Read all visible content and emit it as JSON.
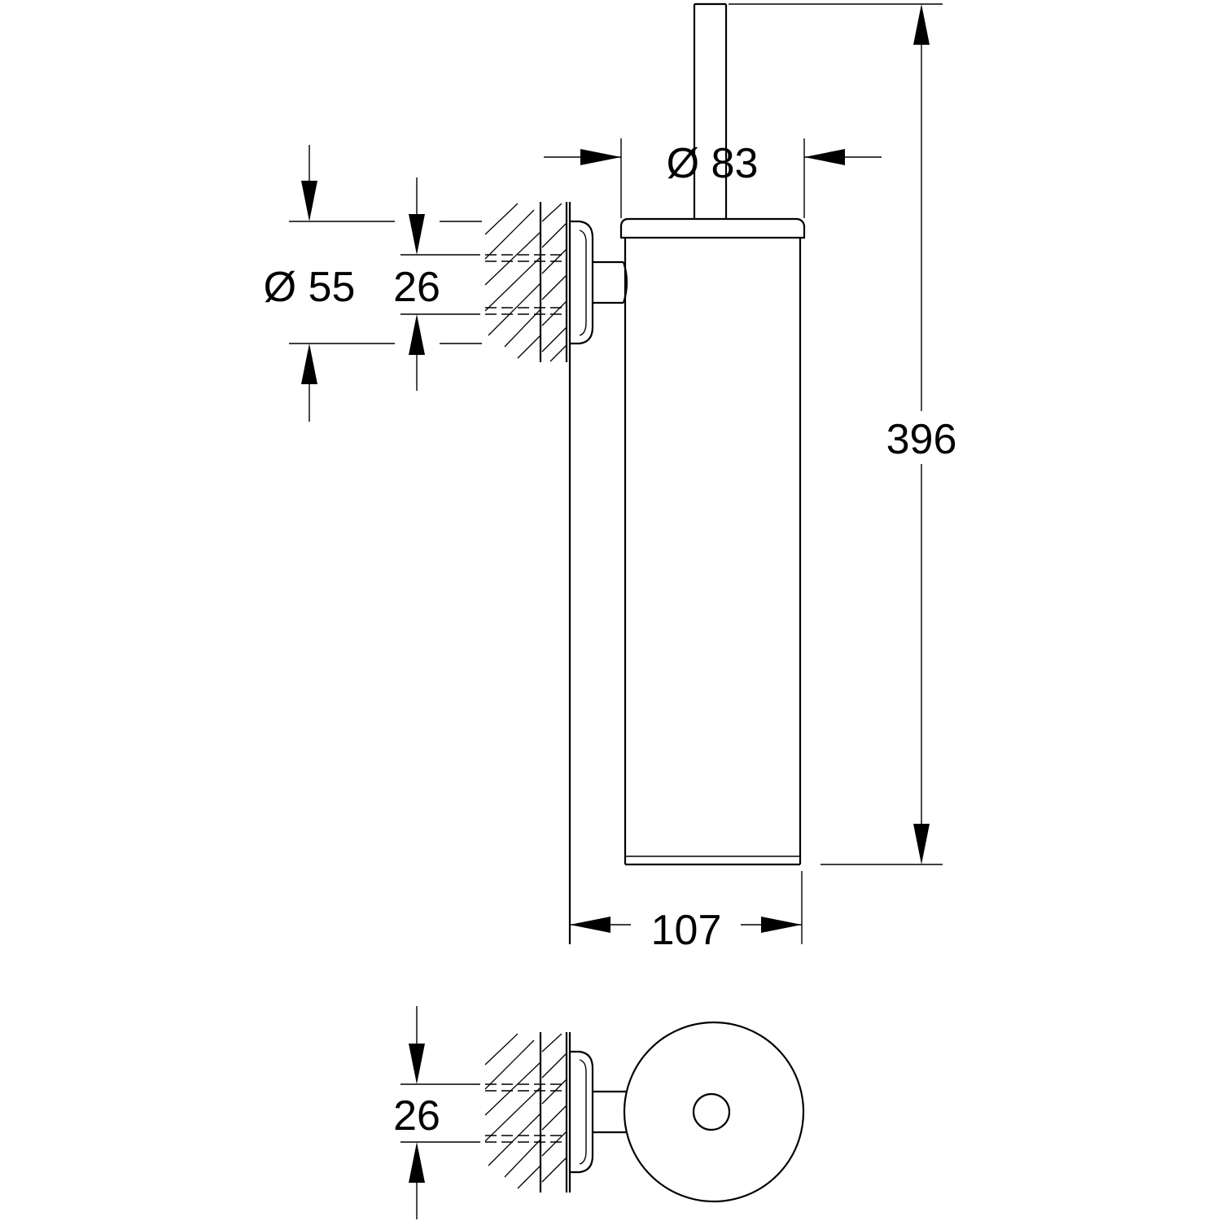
{
  "dimensions": {
    "diameter_cup": "Ø 83",
    "diameter_wall_plate": "Ø 55",
    "height_arm": "26",
    "total_height": "396",
    "depth": "107",
    "height_arm_top_view": "26"
  },
  "colors": {
    "line": "#000000",
    "background": "#ffffff"
  }
}
